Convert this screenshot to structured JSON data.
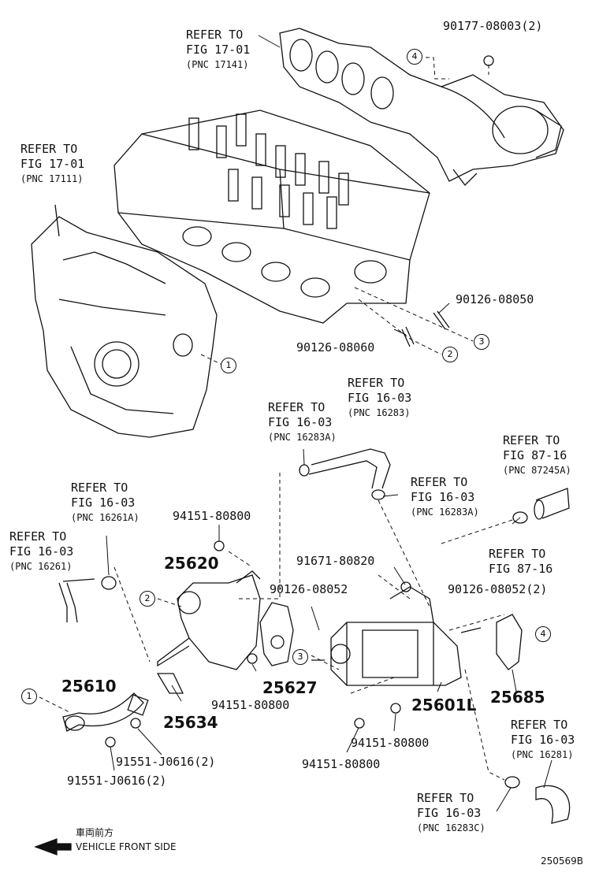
{
  "refs": {
    "r1": {
      "l1": "REFER TO",
      "l2": "FIG 17-01",
      "l3": "(PNC 17141)"
    },
    "r2": {
      "l1": "REFER TO",
      "l2": "FIG 17-01",
      "l3": "(PNC 17111)"
    },
    "r3": {
      "l1": "REFER TO",
      "l2": "FIG 16-03",
      "l3": "(PNC 16283)"
    },
    "r4": {
      "l1": "REFER TO",
      "l2": "FIG 16-03",
      "l3": "(PNC 16283A)"
    },
    "r5": {
      "l1": "REFER TO",
      "l2": "FIG 87-16",
      "l3": "(PNC 87245A)"
    },
    "r6": {
      "l1": "REFER TO",
      "l2": "FIG 16-03",
      "l3": "(PNC 16283A)"
    },
    "r7": {
      "l1": "REFER TO",
      "l2": "FIG 16-03",
      "l3": "(PNC 16261A)"
    },
    "r8": {
      "l1": "REFER TO",
      "l2": "FIG 16-03",
      "l3": "(PNC 16261)"
    },
    "r9": {
      "l1": "REFER TO",
      "l2": "FIG 87-16"
    },
    "r10": {
      "l1": "REFER TO",
      "l2": "FIG 16-03",
      "l3": "(PNC 16281)"
    },
    "r11": {
      "l1": "REFER TO",
      "l2": "FIG 16-03",
      "l3": "(PNC 16283C)"
    }
  },
  "parts": {
    "p90177": "90177-08003(2)",
    "p90126_050": "90126-08050",
    "p90126_060": "90126-08060",
    "p94151_a": "94151-80800",
    "p25620": "25620",
    "p91671": "91671-80820",
    "p90126_052": "90126-08052",
    "p90126_052x2": "90126-08052(2)",
    "p25627": "25627",
    "p94151_b": "94151-80800",
    "p25634": "25634",
    "p25610": "25610",
    "p91551_a": "91551-J0616(2)",
    "p91551_b": "91551-J0616(2)",
    "p25601L": "25601L",
    "p94151_c": "94151-80800",
    "p94151_d": "94151-80800",
    "p25685": "25685"
  },
  "callouts": [
    "1",
    "2",
    "3",
    "4",
    "1",
    "2",
    "3",
    "4"
  ],
  "footer": {
    "jp": "車両前方",
    "en": "VEHICLE FRONT SIDE",
    "code": "250569B"
  }
}
